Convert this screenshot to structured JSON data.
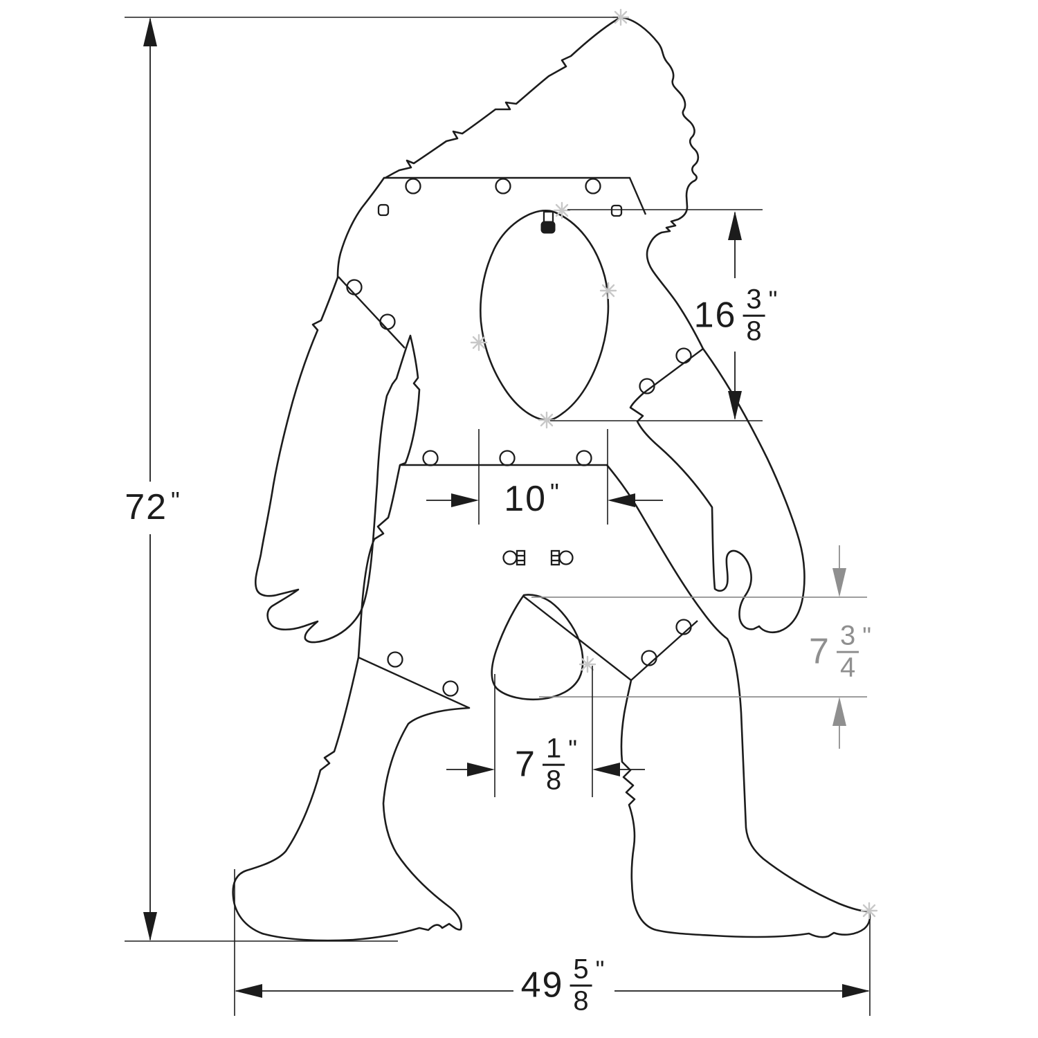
{
  "colors": {
    "line": "#1c1c1c",
    "alt_dim": "#8f8f8f",
    "marker": "#c8c8c8",
    "background": "#ffffff"
  },
  "dimensions": {
    "overall_height": {
      "whole": "72",
      "unit": "\""
    },
    "cutout_height": {
      "whole": "16",
      "num": "3",
      "den": "8",
      "unit": "\""
    },
    "cutout_width": {
      "whole": "10",
      "unit": "\""
    },
    "knee_drop": {
      "whole": "7",
      "num": "3",
      "den": "4",
      "unit": "\""
    },
    "knee_width": {
      "whole": "7",
      "num": "1",
      "den": "8",
      "unit": "\""
    },
    "base_width": {
      "whole": "49",
      "num": "5",
      "den": "8",
      "unit": "\""
    }
  }
}
